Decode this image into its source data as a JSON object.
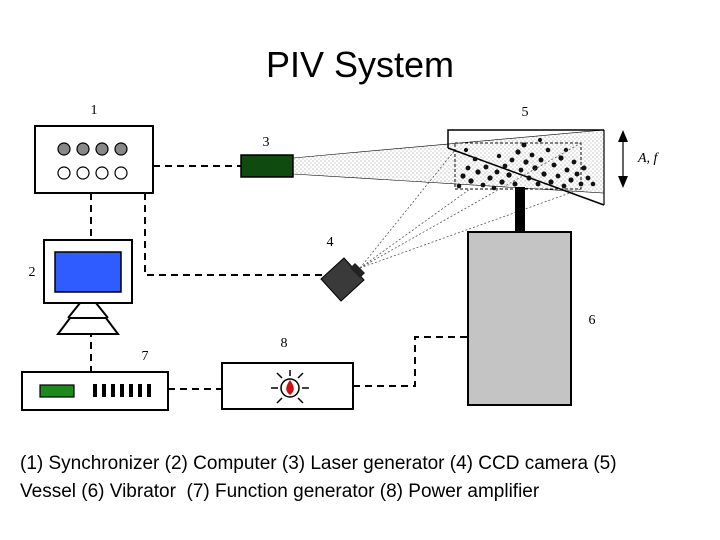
{
  "title": "PIV System",
  "labels": {
    "synchronizer": "1",
    "computer": "2",
    "laser": "3",
    "camera": "4",
    "vessel": "5",
    "vibrator": "6",
    "function_generator": "7",
    "power_amplifier": "8",
    "amplitude": "A, f"
  },
  "caption": {
    "line1": "(1) Synchronizer (2) Computer (3) Laser generator (4) CCD camera (5)",
    "line2": "Vessel (6) Vibrator  (7) Function generator (8) Power amplifier"
  },
  "colors": {
    "laser_body": "#0f4a0f",
    "screen": "#2e5cff",
    "vibrator_body": "#c4c4c4",
    "camera_body": "#3a3a3a",
    "function_display": "#1e8a1e",
    "amplifier_light": "#cc1111"
  }
}
